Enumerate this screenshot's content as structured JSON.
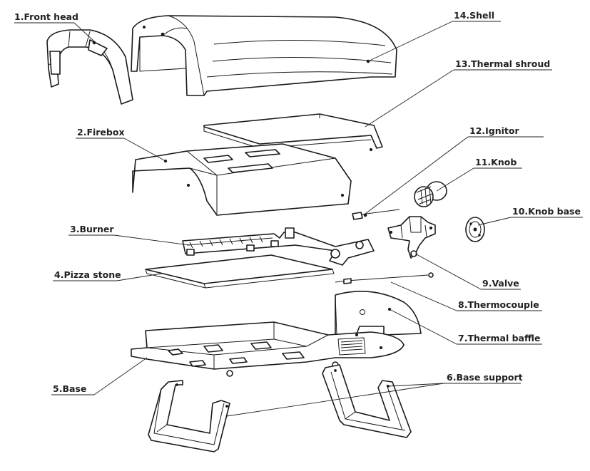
{
  "diagram": {
    "parts": [
      {
        "id": "front-head",
        "label": "1.Front head"
      },
      {
        "id": "firebox",
        "label": "2.Firebox"
      },
      {
        "id": "burner",
        "label": "3.Burner"
      },
      {
        "id": "pizza-stone",
        "label": "4.Pizza stone"
      },
      {
        "id": "base",
        "label": "5.Base"
      },
      {
        "id": "base-support",
        "label": "6.Base support"
      },
      {
        "id": "thermal-baffle",
        "label": "7.Thermal baffle"
      },
      {
        "id": "thermocouple",
        "label": "8.Thermocouple"
      },
      {
        "id": "valve",
        "label": "9.Valve"
      },
      {
        "id": "knob-base",
        "label": "10.Knob base"
      },
      {
        "id": "knob",
        "label": "11.Knob"
      },
      {
        "id": "ignitor",
        "label": "12.Ignitor"
      },
      {
        "id": "thermal-shroud",
        "label": "13.Thermal shroud"
      },
      {
        "id": "shell",
        "label": "14.Shell"
      }
    ]
  }
}
